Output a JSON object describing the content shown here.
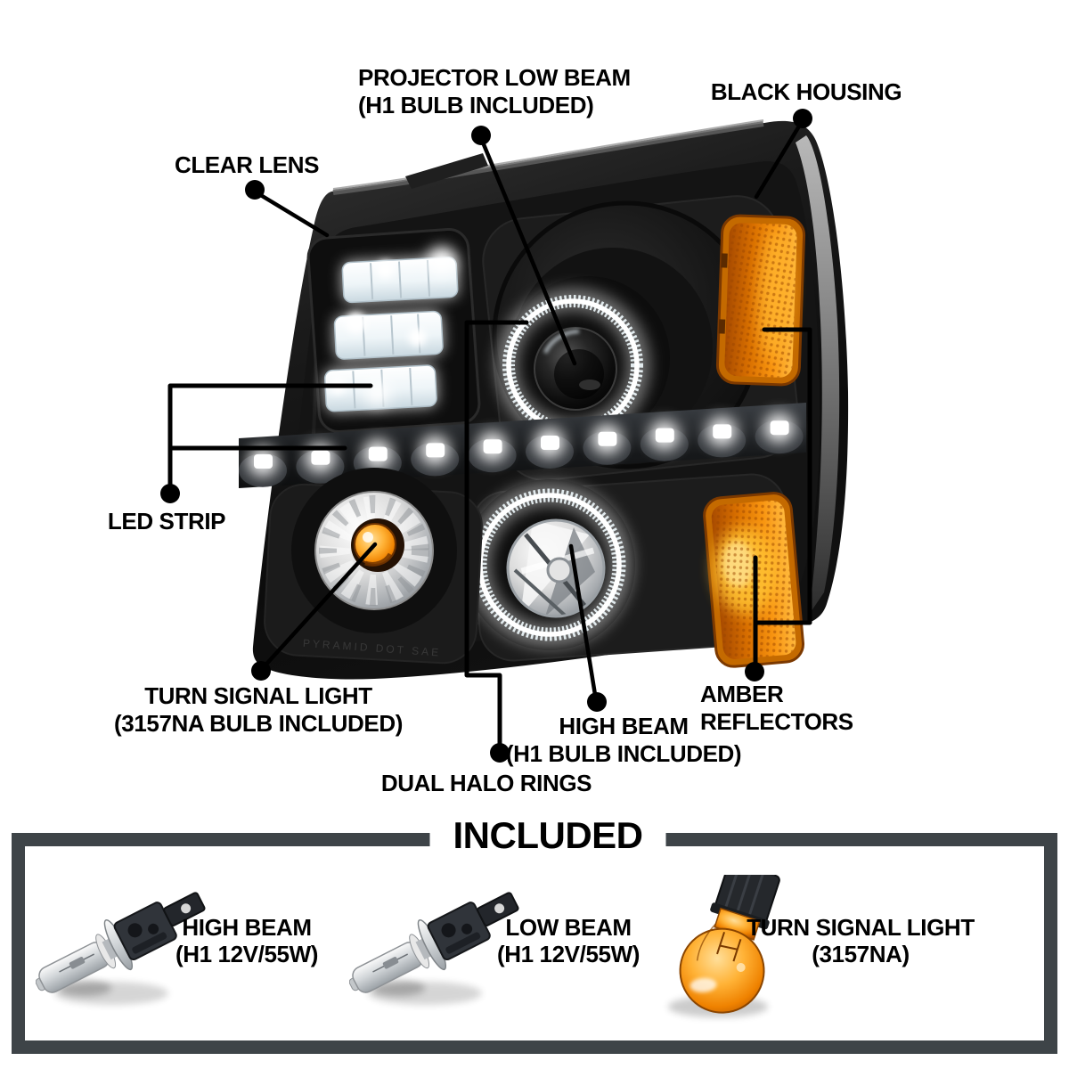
{
  "callouts": {
    "projector_low_beam": {
      "line1": "PROJECTOR LOW BEAM",
      "line2": "(H1 BULB INCLUDED)"
    },
    "black_housing": {
      "label": "BLACK HOUSING"
    },
    "clear_lens": {
      "label": "CLEAR LENS"
    },
    "led_strip": {
      "label": "LED STRIP"
    },
    "turn_signal_light": {
      "line1": "TURN SIGNAL LIGHT",
      "line2": "(3157NA BULB INCLUDED)"
    },
    "high_beam": {
      "line1": "HIGH BEAM",
      "line2": "(H1 BULB INCLUDED)"
    },
    "dual_halo_rings": {
      "label": "DUAL HALO RINGS"
    },
    "amber_reflectors": {
      "line1": "AMBER",
      "line2": "REFLECTORS"
    }
  },
  "included": {
    "title": "INCLUDED",
    "items": [
      {
        "id": "high-beam-bulb",
        "line1": "HIGH BEAM",
        "line2": "(H1 12V/55W)"
      },
      {
        "id": "low-beam-bulb",
        "line1": "LOW BEAM",
        "line2": "(H1 12V/55W)"
      },
      {
        "id": "turn-signal-bulb",
        "line1": "TURN SIGNAL LIGHT",
        "line2": "(3157NA)"
      }
    ]
  },
  "housing_marking": "PYRAMID     DOT SAE",
  "colors": {
    "amber": "#e07500",
    "amber_bright": "#ffae1f",
    "housing_black": "#101010",
    "frame_gray": "#3e4448",
    "halo_white": "#ffffff",
    "leader_black": "#000000",
    "background": "#ffffff"
  }
}
